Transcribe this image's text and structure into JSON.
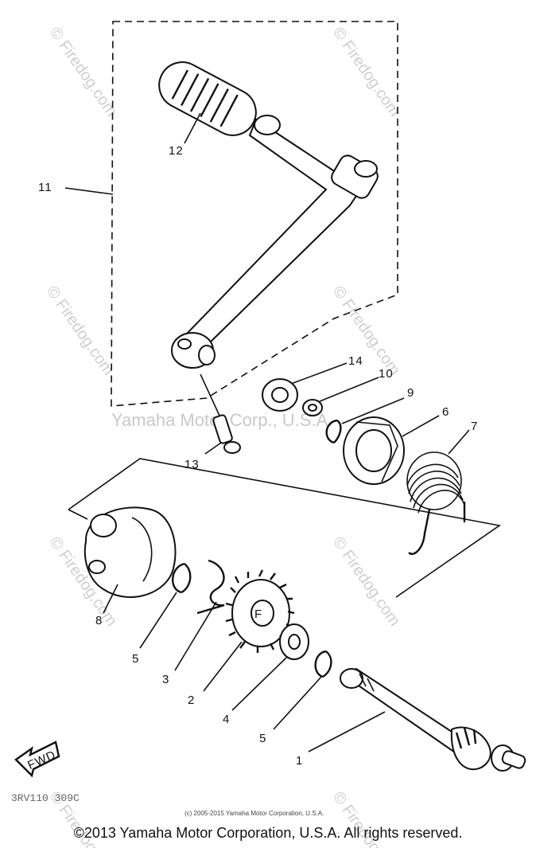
{
  "watermarks": {
    "site": "© Firedog.com",
    "center": "Yamaha Motor Corp., U.S.A."
  },
  "labels": {
    "p1": "1",
    "p2": "2",
    "p3": "3",
    "p4": "4",
    "p5a": "5",
    "p5b": "5",
    "p6": "6",
    "p7": "7",
    "p8": "8",
    "p9": "9",
    "p10": "10",
    "p11": "11",
    "p12": "12",
    "p13": "13",
    "p14": "14"
  },
  "fwd": "FWD",
  "diagram_code": "3RV110 309C",
  "small_copyright": "(c) 2005-2015 Yamaha Motor Corporation, U.S.A.",
  "footer_copyright": "©2013 Yamaha Motor Corporation, U.S.A. All rights reserved.",
  "colors": {
    "ink": "#111111",
    "watermark": "#cfcfcf"
  }
}
